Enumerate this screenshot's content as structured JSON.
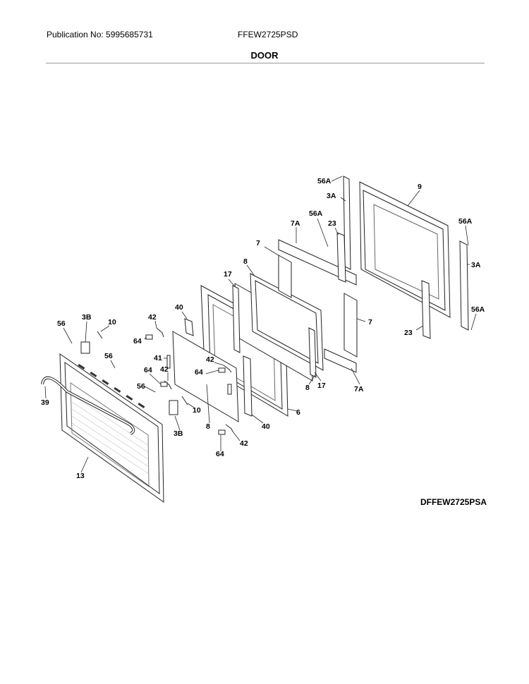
{
  "header": {
    "publication": "Publication No: 5995685731",
    "model": "FFEW2725PSD",
    "title": "DOOR"
  },
  "diagram_code": "DFFEW2725PSA",
  "callouts": [
    "56A",
    "3A",
    "9",
    "56A",
    "23",
    "7A",
    "56A",
    "7",
    "3A",
    "8",
    "17",
    "40",
    "56A",
    "42",
    "3B",
    "10",
    "56",
    "64",
    "7",
    "23",
    "56",
    "41",
    "42",
    "64",
    "42",
    "64",
    "8",
    "17",
    "7A",
    "39",
    "56",
    "6",
    "10",
    "8",
    "40",
    "3B",
    "42",
    "64",
    "13"
  ]
}
